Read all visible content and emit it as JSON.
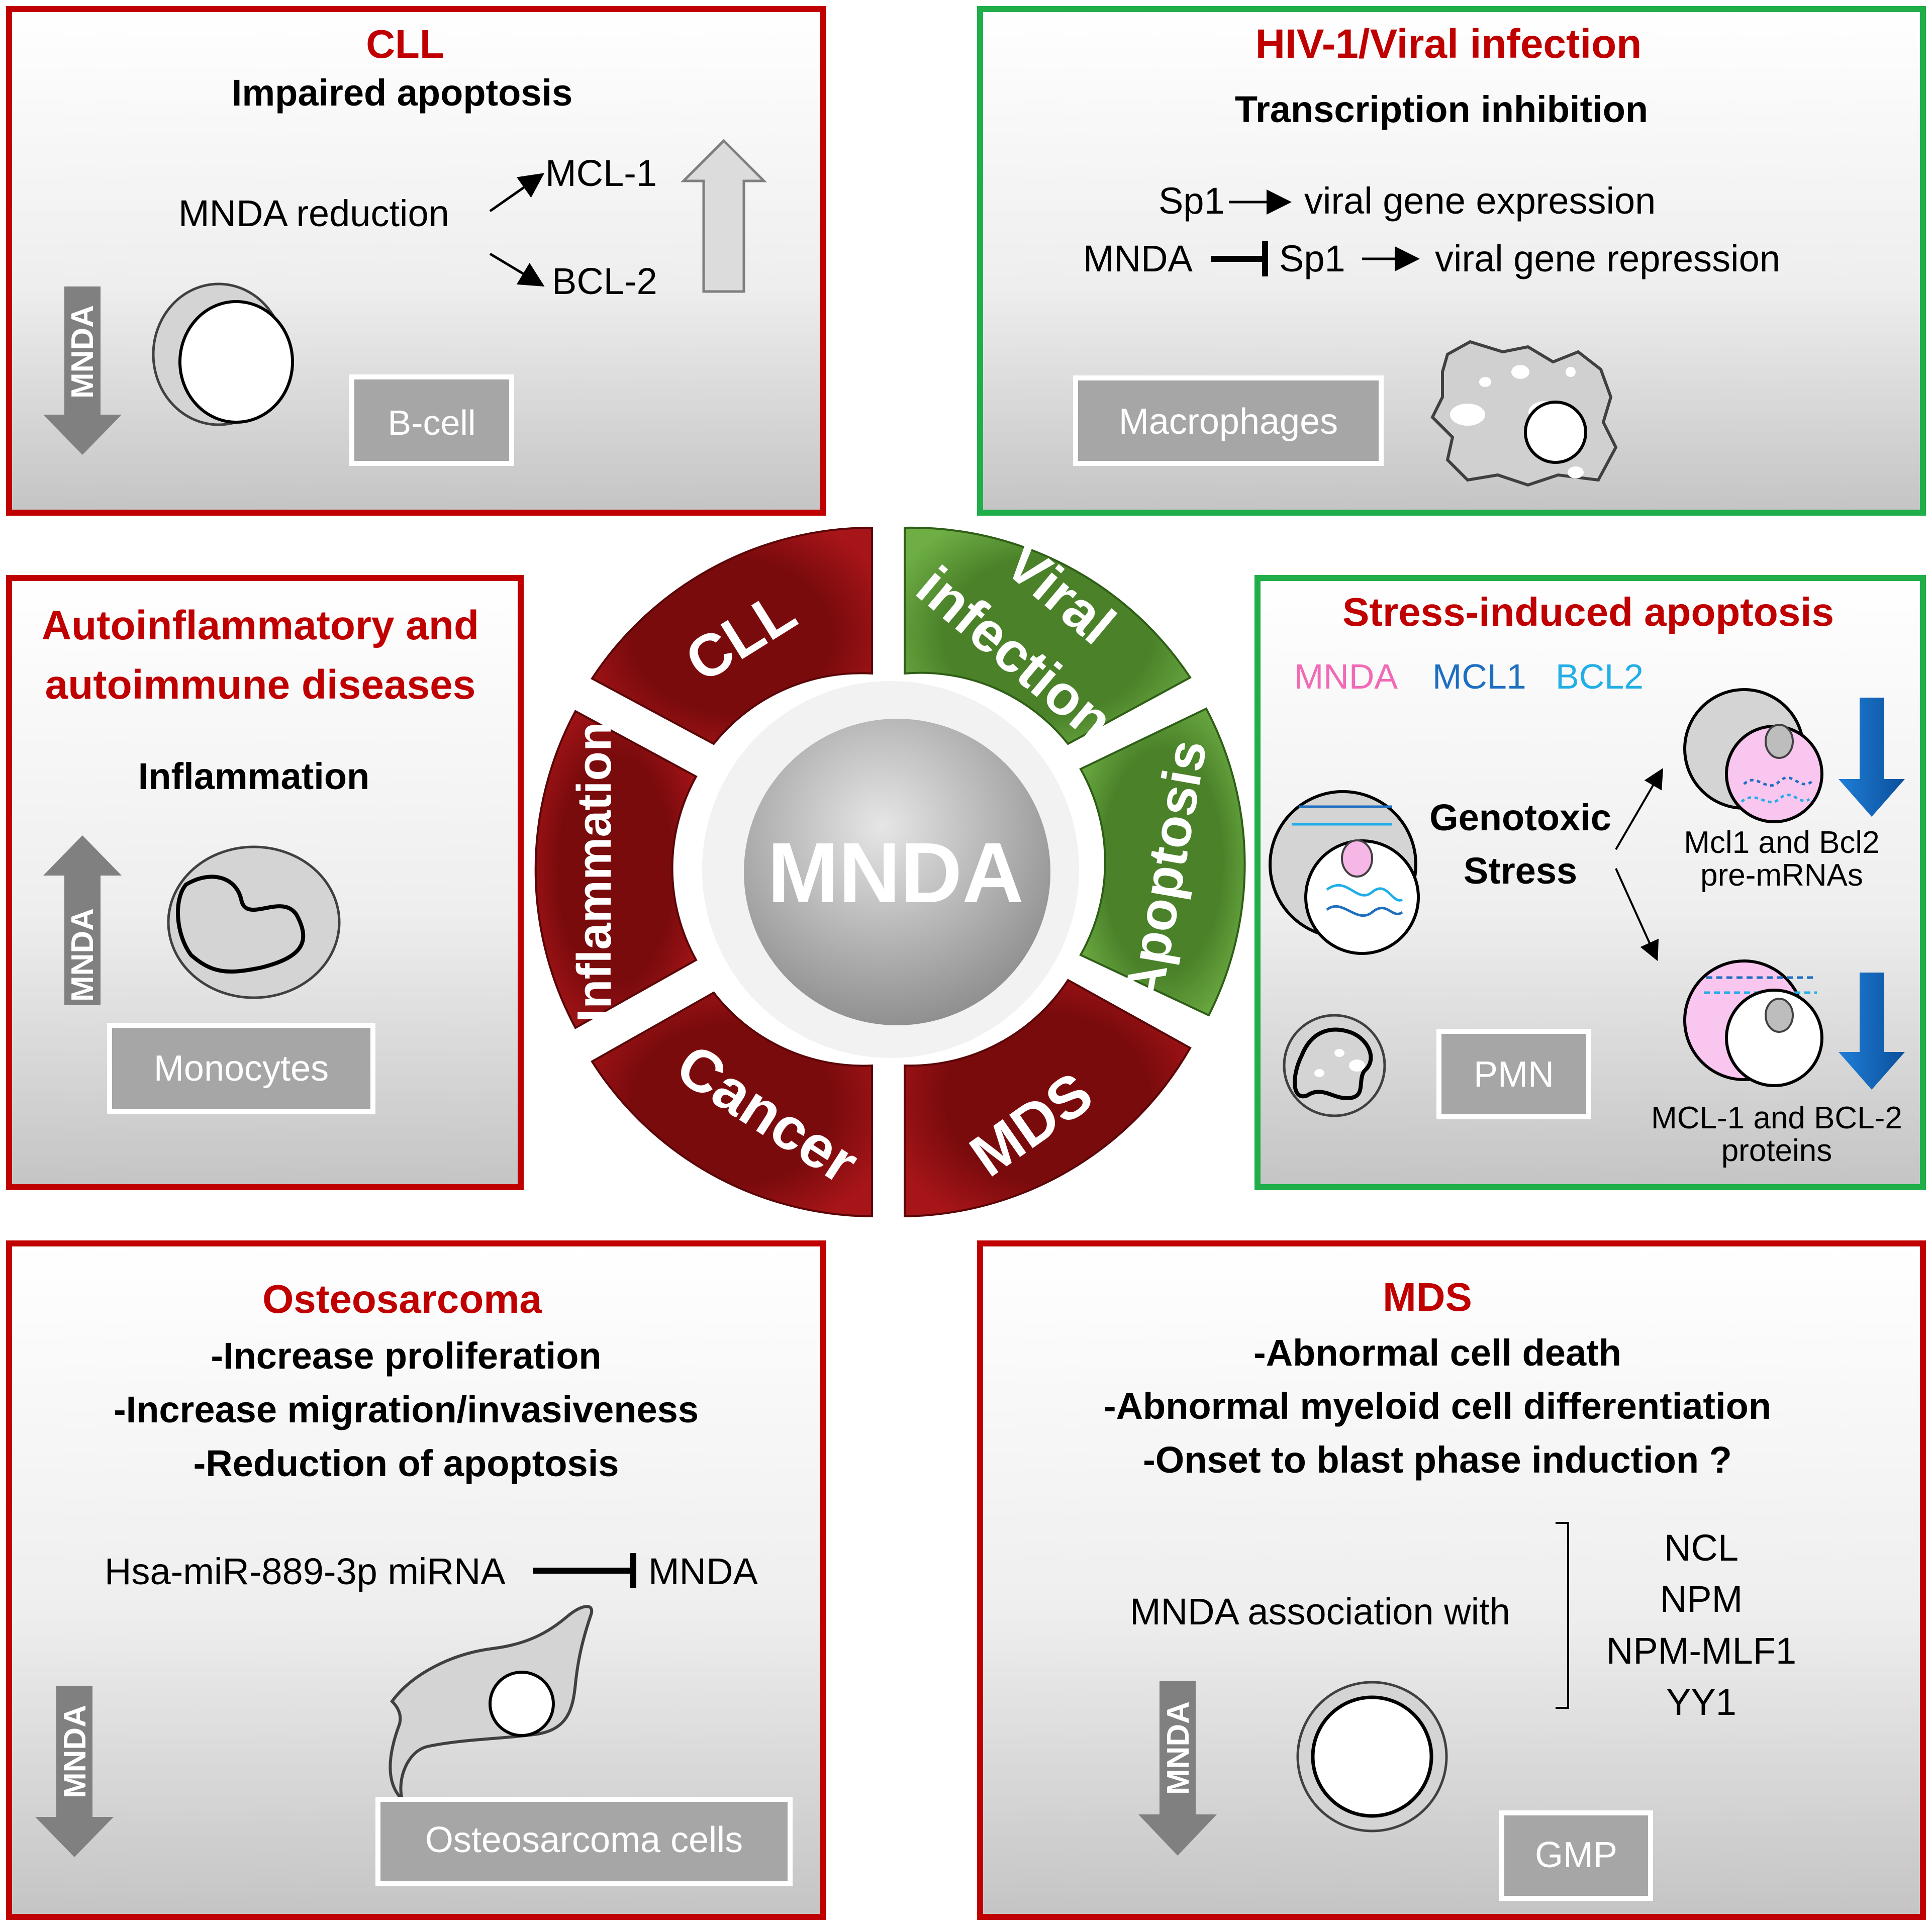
{
  "colors": {
    "red_border": "#c00000",
    "green_border": "#1fae4a",
    "red_title": "#c00000",
    "segment_red": "#9e1013",
    "segment_green": "#5c9a35",
    "label_bg": "#a6a6a6",
    "mnda_pink": "#f06ab6",
    "mcl1_blue": "#1e6fc0",
    "bcl2_blue": "#22aee6"
  },
  "center": {
    "label": "MNDA",
    "segments": {
      "cll": "CLL",
      "viral1": "Viral",
      "viral2": "infection",
      "apoptosis": "Apoptosis",
      "mds": "MDS",
      "cancer": "Cancer",
      "inflammation": "Inflammation"
    }
  },
  "cll": {
    "title": "CLL",
    "subtitle": "Impaired apoptosis",
    "reduction": "MNDA reduction",
    "target1": "MCL-1",
    "target2": "BCL-2",
    "arrow_label": "MNDA",
    "cell_label": "B-cell",
    "icons": [
      "up-arrow-icon",
      "down-arrow-icon",
      "cell-icon"
    ]
  },
  "hiv": {
    "title": "HIV-1/Viral infection",
    "subtitle": "Transcription inhibition",
    "line1_a": "Sp1",
    "line1_b": "viral gene expression",
    "line2_a": "MNDA",
    "line2_b": "Sp1",
    "line2_c": "viral gene repression",
    "cell_label": "Macrophages",
    "icons": [
      "macrophage-icon",
      "inhibition-icon"
    ]
  },
  "auto": {
    "title1": "Autoinflammatory and",
    "title2": "autoimmune diseases",
    "subtitle": "Inflammation",
    "arrow_label": "MNDA",
    "cell_label": "Monocytes",
    "icons": [
      "up-arrow-icon",
      "monocyte-icon"
    ]
  },
  "stress": {
    "title": "Stress-induced apoptosis",
    "legend_mnda": "MNDA",
    "legend_mcl1": "MCL1",
    "legend_bcl2": "BCL2",
    "geno1": "Genotoxic",
    "geno2": "Stress",
    "pre1": "Mcl1 and Bcl2",
    "pre2": "pre-mRNAs",
    "prot1": "MCL-1 and BCL-2",
    "prot2": "proteins",
    "cell_label": "PMN",
    "icons": [
      "cell-icon",
      "down-arrow-icon",
      "pmn-icon"
    ]
  },
  "osteo": {
    "title": "Osteosarcoma",
    "line1": "-Increase proliferation",
    "line2": "-Increase migration/invasiveness",
    "line3": "-Reduction of apoptosis",
    "mirna": "Hsa-miR-889-3p miRNA",
    "target": "MNDA",
    "arrow_label": "MNDA",
    "cell_label": "Osteosarcoma cells",
    "icons": [
      "down-arrow-icon",
      "osteosarcoma-cell-icon",
      "inhibition-icon"
    ]
  },
  "mds": {
    "title": "MDS",
    "line1": "-Abnormal cell death",
    "line2": "-Abnormal myeloid cell differentiation",
    "line3": "-Onset to blast phase induction ?",
    "assoc": "MNDA association with",
    "partners": [
      "NCL",
      "NPM",
      "NPM-MLF1",
      "YY1"
    ],
    "arrow_label": "MNDA",
    "cell_label": "GMP",
    "icons": [
      "down-arrow-icon",
      "cell-icon",
      "bracket-icon"
    ]
  }
}
